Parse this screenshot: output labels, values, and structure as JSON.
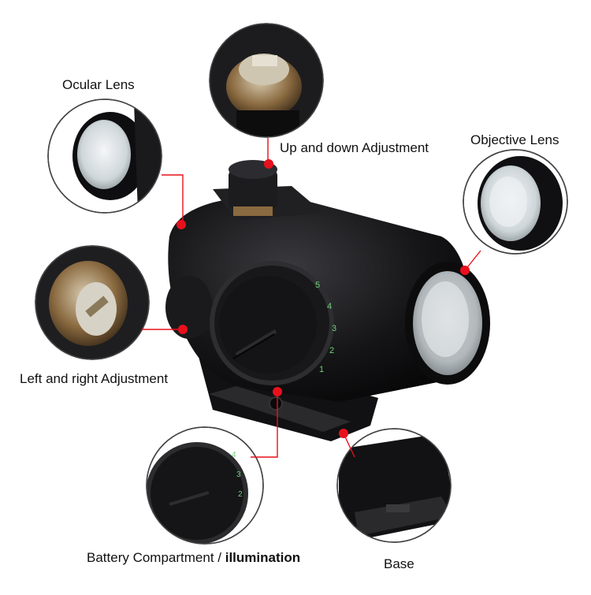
{
  "labels": {
    "ocular_lens": "Ocular Lens",
    "up_down": "Up and down Adjustment",
    "objective_lens": "Objective Lens",
    "left_right": "Left and right Adjustment",
    "battery_prefix": "Battery Compartment / ",
    "battery_bold": "illumination",
    "base": "Base"
  },
  "dial_numbers": [
    "5",
    "4",
    "3",
    "2",
    "1"
  ],
  "colors": {
    "marker": "#e8101c",
    "body": "#1a1a1c",
    "ring": "#555555"
  }
}
